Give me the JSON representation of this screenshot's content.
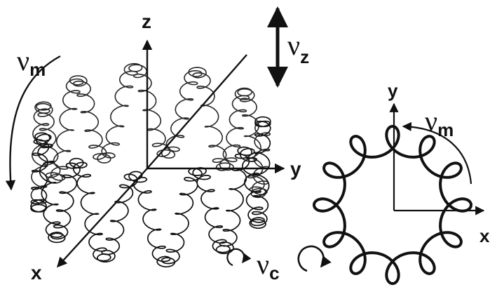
{
  "left_panel": {
    "axes": {
      "z": "z",
      "y": "y",
      "x": "x"
    },
    "symbols": {
      "nu_m": {
        "base": "ν",
        "sub": "m"
      },
      "nu_z": {
        "base": "ν",
        "sub": "z"
      },
      "nu_c": {
        "base": "ν",
        "sub": "c"
      }
    }
  },
  "right_panel": {
    "axes": {
      "y": "y",
      "x": "x"
    },
    "symbols": {
      "nu_m": {
        "base": "ν",
        "sub": "m"
      }
    }
  },
  "colors": {
    "ink": "#111111",
    "background": "#ffffff"
  }
}
